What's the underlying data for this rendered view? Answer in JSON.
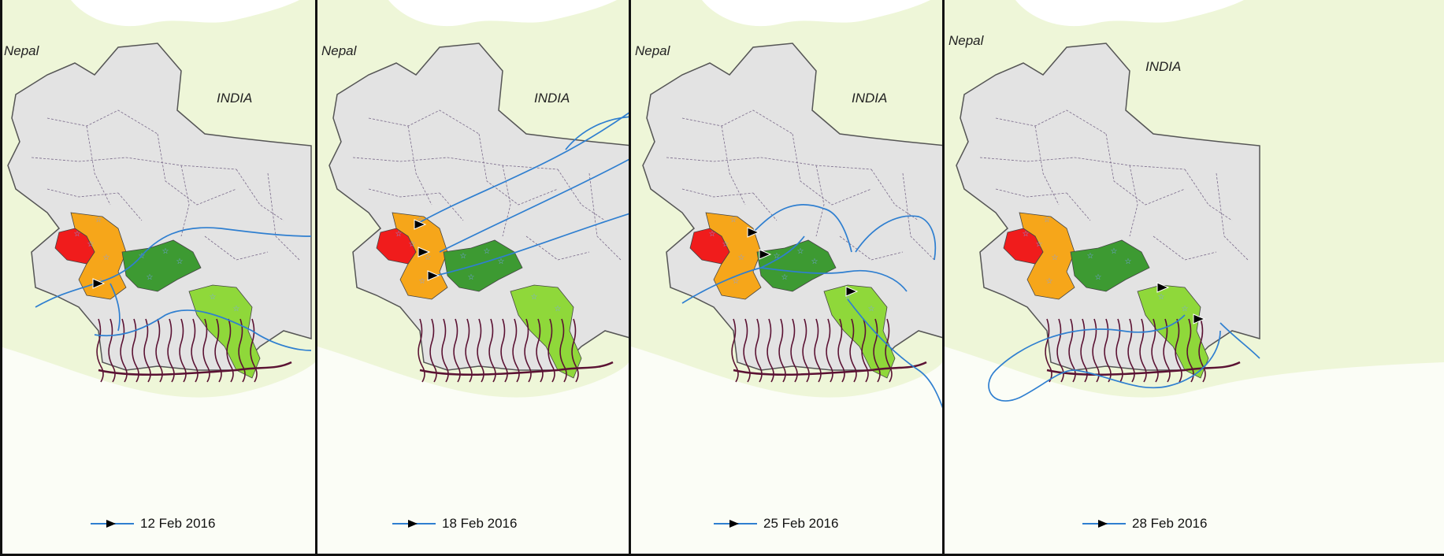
{
  "figure": {
    "panels": [
      {
        "id": "p1",
        "date": "12 Feb 2016",
        "labels": {
          "nepal": "Nepal",
          "india": "INDIA"
        }
      },
      {
        "id": "p2",
        "date": "18 Feb 2016",
        "labels": {
          "nepal": "Nepal",
          "india": "INDIA"
        }
      },
      {
        "id": "p3",
        "date": "25 Feb 2016",
        "labels": {
          "nepal": "Nepal",
          "india": "INDIA"
        }
      },
      {
        "id": "p4",
        "date": "28 Feb 2016",
        "labels": {
          "nepal": "Nepal",
          "india": "INDIA"
        }
      }
    ]
  },
  "colors": {
    "land_background": "#eef6d8",
    "bangladesh_fill": "#e3e3e3",
    "district_border": "#7a6a8a",
    "red_zone": "#f01c1c",
    "orange_zone": "#f6a61a",
    "green_zone": "#3d9a32",
    "lightgreen_zone": "#8fd83a",
    "mangrove": "#5b1233",
    "trajectory": "#2f7fd0",
    "marker_star": "#7aa0ff"
  },
  "icons": {
    "trajectory_arrow": "black-triangle-arrow",
    "district_marker": "star-icon"
  }
}
